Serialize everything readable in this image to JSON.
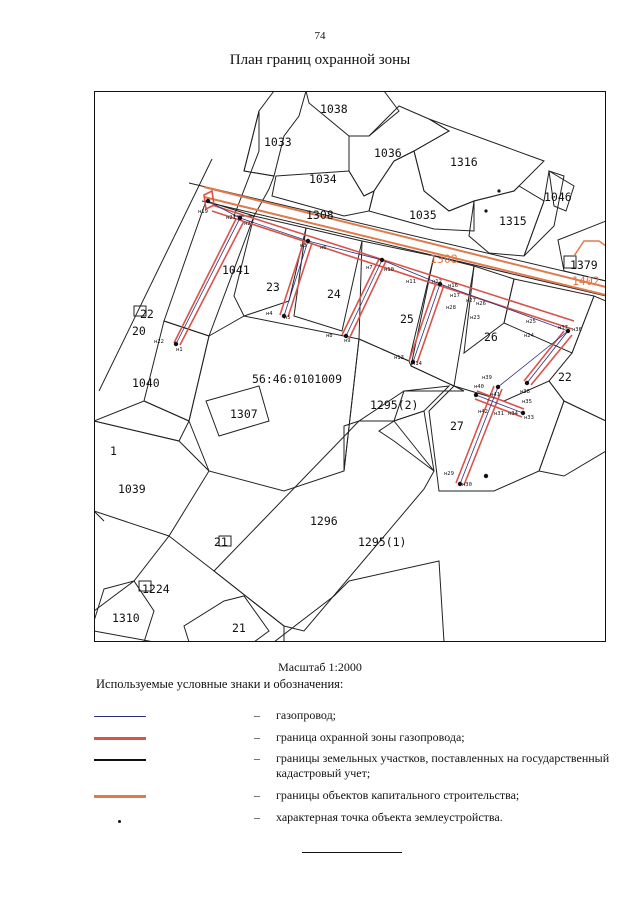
{
  "page": {
    "number": "74",
    "title": "План границ охранной зоны",
    "scale": "Масштаб 1:2000",
    "legend_heading": "Используемые условные знаки и обозначения:"
  },
  "legend": [
    {
      "dash": "–",
      "text": "газопровод;"
    },
    {
      "dash": "–",
      "text": "граница охранной зоны газопровода;"
    },
    {
      "dash": "–",
      "text": "границы земельных участков,  поставленных на государственный кадастровый учет;"
    },
    {
      "dash": "–",
      "text": "границы объектов капитального строительства;"
    },
    {
      "dash": "–",
      "text": "характерная точка объекта землеустройства."
    }
  ],
  "map": {
    "parcels": {
      "p1038": "1038",
      "p1033": "1033",
      "p1036": "1036",
      "p1316": "1316",
      "p1034": "1034",
      "p1046": "1046",
      "p1035": "1035",
      "p1315": "1315",
      "p1308": "1308",
      "p1308o": "1308",
      "p1379": "1379",
      "p1402": "1402",
      "p1041": "1041",
      "p23": "23",
      "p24": "24",
      "p25": "25",
      "p26": "26",
      "p22": "22",
      "p22b": "22",
      "p20": "20",
      "p1040": "1040",
      "p1307": "1307",
      "block": "56:46:0101009",
      "p1295_2": "1295(2)",
      "p27": "27",
      "p1": "1",
      "p1039": "1039",
      "p1296": "1296",
      "p1295_1": "1295(1)",
      "p21": "21",
      "p21b": "21",
      "p1224": "1224",
      "p1310": "1310"
    },
    "points": {
      "n19": "н19",
      "n21": "н21",
      "n2": "н2",
      "n22": "н22",
      "n1": "н1",
      "n3": "н3",
      "n6": "н6",
      "n4": "н4",
      "n5": "н5",
      "n7": "н7",
      "n10": "н10",
      "n8": "н8",
      "n9": "н9",
      "n12": "н12",
      "n11": "н11",
      "n16": "н16",
      "n17": "н17",
      "n13": "н13",
      "n14": "н14",
      "n26": "н26",
      "n27": "н27",
      "n28": "н28",
      "n23": "н23",
      "n25": "н25",
      "n24": "н24",
      "n37": "н37",
      "n36": "н36",
      "n39": "н39",
      "n40": "н40",
      "n38": "н38",
      "n41": "н41",
      "n35": "н35",
      "n42": "н42",
      "n31": "н31",
      "n34": "н34",
      "n33": "н33",
      "n29": "н29",
      "n30": "н30"
    }
  }
}
